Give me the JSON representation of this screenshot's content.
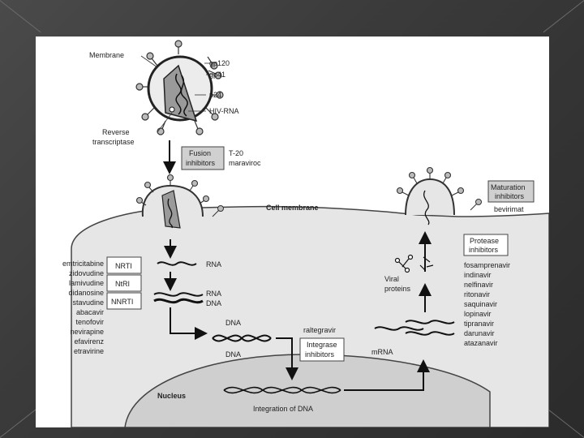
{
  "virion": {
    "membrane": "Membrane",
    "gp120": "gp120",
    "gp41": "gp41",
    "p24": "p24",
    "hiv_rna": "HIV-RNA",
    "rt_line1": "Reverse",
    "rt_line2": "transcriptase"
  },
  "fusion": {
    "box_line1": "Fusion",
    "box_line2": "inhibitors",
    "drugs": [
      "T-20",
      "maraviroc"
    ]
  },
  "maturation": {
    "box_line1": "Maturation",
    "box_line2": "inhibitors",
    "drug": "bevirimat"
  },
  "cell_membrane": "Cell membrane",
  "rt": {
    "boxes": [
      "NRTI",
      "NtRI",
      "NNRTI"
    ],
    "drugs": [
      "emtricitabine",
      "zidovudine",
      "lamivudine",
      "didanosine",
      "stavudine",
      "abacavir",
      "tenofovir",
      "nevirapine",
      "efavirenz",
      "etravirine"
    ],
    "rna1": "RNA",
    "rna2": "RNA",
    "dna1": "DNA"
  },
  "dna_top": "DNA",
  "dna_bottom": "DNA",
  "integrase": {
    "drug": "raltegravir",
    "box_line1": "Integrase",
    "box_line2": "inhibitors"
  },
  "nucleus": "Nucleus",
  "integration": "Integration of DNA",
  "mrna": "mRNA",
  "viral_proteins_line1": "Viral",
  "viral_proteins_line2": "proteins",
  "protease": {
    "box_line1": "Protease",
    "box_line2": "inhibitors",
    "drugs": [
      "fosamprenavir",
      "indinavir",
      "nelfinavir",
      "ritonavir",
      "saquinavir",
      "lopinavir",
      "tipranavir",
      "darunavir",
      "atazanavir"
    ]
  }
}
